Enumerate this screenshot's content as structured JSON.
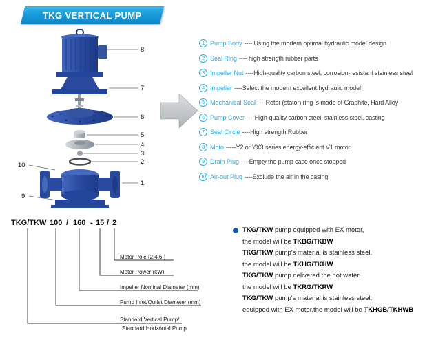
{
  "header": {
    "title": "TKG VERTICAL PUMP"
  },
  "colors": {
    "accent_blue": "#29abe2",
    "banner_blue": "#1193d4",
    "pump_blue": "#2a4aa0",
    "bullet_blue": "#1b5eab",
    "arrow_gray": "#c3c7ca",
    "text_dark": "#3a3a3a"
  },
  "diagram": {
    "callouts": [
      "8",
      "7",
      "6",
      "5",
      "4",
      "3",
      "2",
      "1",
      "10",
      "9"
    ]
  },
  "features": [
    {
      "num": "1",
      "label": "Pump Body",
      "desc": "---- Using the modern optimal hydraulic model design"
    },
    {
      "num": "2",
      "label": "Seal Ring",
      "desc": "---- high strength rubber parts"
    },
    {
      "num": "3",
      "label": "Impeller Nut",
      "desc": "----High-quality carbon steel, corrosion-resistant stainless steel"
    },
    {
      "num": "4",
      "label": "Impeller",
      "desc": "----Select the modern excellent hydraulic model"
    },
    {
      "num": "5",
      "label": "Mechanical Seal",
      "desc": "----Rotor (stator) ring is made of Graphite, Hard Alloy"
    },
    {
      "num": "6",
      "label": "Pump Cover",
      "desc": "----High-quality carbon steel, stainless steel, casting"
    },
    {
      "num": "7",
      "label": "Seal Circle",
      "desc": "----High strength Rubber"
    },
    {
      "num": "8",
      "label": "Moto",
      "desc": "-----Y2 or YX3 series energy-efficient V1 motor"
    },
    {
      "num": "9",
      "label": "Drain Plug",
      "desc": "----Empty the pump case once stopped"
    },
    {
      "num": "10",
      "label": "Air-out Plug",
      "desc": "----Exclude the air in the casing"
    }
  ],
  "model_code": {
    "segments": [
      "TKG/TKW",
      "100",
      "/",
      "160",
      "-",
      "15",
      "/",
      "2"
    ],
    "labels": [
      "Motor Pole (2,4,6,)",
      "Motor Power  (kW)",
      "Impeller Nominal Diameter (mm)",
      "Pump Inlet/Outlet Diameter (mm)",
      "Standard Vertical Pump/",
      "Standard  Horizontal Pump"
    ]
  },
  "notes": [
    {
      "b1": "TKG/TKW",
      "t1": " pump equipped with EX motor,",
      "t2": "the model will be ",
      "b2": "TKBG/TKBW"
    },
    {
      "b1": "TKG/TKW",
      "t1": " pump's material is stainless steel,",
      "t2": "the model will be ",
      "b2": "TKHG/TKHW"
    },
    {
      "b1": "TKG/TKW",
      "t1": " pump delivered the hot water,",
      "t2": "the model will be ",
      "b2": "TKRG/TKRW"
    },
    {
      "b1": "TKG/TKW",
      "t1": " pump's material is stainless steel,",
      "t2": "equipped with EX motor,the model will be ",
      "b2": "TKHGB/TKHWB"
    }
  ]
}
